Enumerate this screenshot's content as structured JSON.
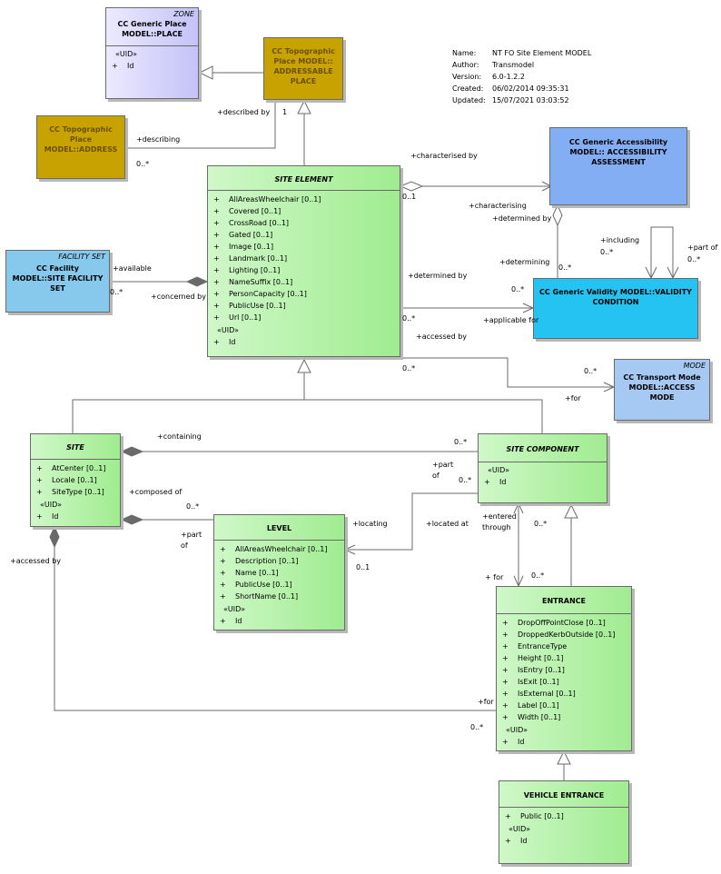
{
  "meta": [
    {
      "key": "Name:",
      "value": "NT FO Site Element MODEL"
    },
    {
      "key": "Author:",
      "value": "Transmodel"
    },
    {
      "key": "Version:",
      "value": "6.0-1.2.2"
    },
    {
      "key": "Created:",
      "value": "06/02/2014 09:35:31"
    },
    {
      "key": "Updated:",
      "value": "15/07/2021 03:03:52"
    }
  ],
  "classes": {
    "generic_place": {
      "stereotype": "ZONE",
      "title": "CC Generic Place MODEL::PLACE",
      "uid": "«UID»",
      "attrs": [
        {
          "v": "+",
          "n": "Id"
        }
      ]
    },
    "addressable_place": {
      "title": "CC Topographic Place MODEL:: ADDRESSABLE PLACE"
    },
    "address": {
      "title": "CC Topographic Place MODEL::ADDRESS"
    },
    "accessibility_assessment": {
      "title": "CC Generic Accessibility MODEL:: ACCESSIBILITY ASSESSMENT"
    },
    "site_element": {
      "title": "SITE ELEMENT",
      "attrs": [
        {
          "v": "+",
          "n": "AllAreasWheelchair [0..1]"
        },
        {
          "v": "+",
          "n": "Covered [0..1]"
        },
        {
          "v": "+",
          "n": "CrossRoad [0..1]"
        },
        {
          "v": "+",
          "n": "Gated [0..1]"
        },
        {
          "v": "+",
          "n": "Image [0..1]"
        },
        {
          "v": "+",
          "n": "Landmark [0..1]"
        },
        {
          "v": "+",
          "n": "Lighting [0..1]"
        },
        {
          "v": "+",
          "n": "NameSuffix [0..1]"
        },
        {
          "v": "+",
          "n": "PersonCapacity [0..1]"
        },
        {
          "v": "+",
          "n": "PublicUse [0..1]"
        },
        {
          "v": "+",
          "n": "Url [0..1]"
        }
      ],
      "uid": "«UID»",
      "uid_attrs": [
        {
          "v": "+",
          "n": "Id"
        }
      ]
    },
    "facility_set": {
      "stereotype": "FACILITY SET",
      "title": "CC Facility MODEL::SITE FACILITY SET"
    },
    "validity_condition": {
      "title": "CC Generic Validity MODEL::VALIDITY CONDITION"
    },
    "access_mode": {
      "stereotype": "MODE",
      "title": "CC Transport Mode MODEL::ACCESS MODE"
    },
    "site": {
      "title": "SITE",
      "attrs": [
        {
          "v": "+",
          "n": "AtCenter [0..1]"
        },
        {
          "v": "+",
          "n": "Locale [0..1]"
        },
        {
          "v": "+",
          "n": "SiteType [0..1]"
        }
      ],
      "uid": "«UID»",
      "uid_attrs": [
        {
          "v": "+",
          "n": "Id"
        }
      ]
    },
    "site_component": {
      "title": "SITE COMPONENT",
      "uid": "«UID»",
      "uid_attrs": [
        {
          "v": "+",
          "n": "Id"
        }
      ]
    },
    "level": {
      "title": "LEVEL",
      "attrs": [
        {
          "v": "+",
          "n": "AllAreasWheelchair [0..1]"
        },
        {
          "v": "+",
          "n": "Description [0..1]"
        },
        {
          "v": "+",
          "n": "Name [0..1]"
        },
        {
          "v": "+",
          "n": "PublicUse [0..1]"
        },
        {
          "v": "+",
          "n": "ShortName [0..1]"
        }
      ],
      "uid": "«UID»",
      "uid_attrs": [
        {
          "v": "+",
          "n": "Id"
        }
      ]
    },
    "entrance": {
      "title": "ENTRANCE",
      "attrs": [
        {
          "v": "+",
          "n": "DropOffPointClose [0..1]"
        },
        {
          "v": "+",
          "n": "DroppedKerbOutside [0..1]"
        },
        {
          "v": "+",
          "n": "EntranceType"
        },
        {
          "v": "+",
          "n": "Height [0..1]"
        },
        {
          "v": "+",
          "n": "IsEntry [0..1]"
        },
        {
          "v": "+",
          "n": "IsExit [0..1]"
        },
        {
          "v": "+",
          "n": "IsExternal [0..1]"
        },
        {
          "v": "+",
          "n": "Label [0..1]"
        },
        {
          "v": "+",
          "n": "Width [0..1]"
        }
      ],
      "uid": "«UID»",
      "uid_attrs": [
        {
          "v": "+",
          "n": "Id"
        }
      ]
    },
    "vehicle_entrance": {
      "title": "VEHICLE ENTRANCE",
      "attrs": [
        {
          "v": "+",
          "n": "Public [0..1]"
        }
      ],
      "uid": "«UID»",
      "uid_attrs": [
        {
          "v": "+",
          "n": "Id"
        }
      ]
    }
  },
  "labels": {
    "described_by": "+described by",
    "one_a": "1",
    "describing": "+describing",
    "zero_many_a": "0..*",
    "characterised_by": "+characterised by",
    "zero_one_a": "0..1",
    "characterising": "+characterising",
    "determined_by_a": "+determined by",
    "including": "+including",
    "zero_many_b": "0..*",
    "part_of_a": "+part of",
    "zero_many_c": "0..*",
    "determining": "+determining",
    "zero_many_d": "0..*",
    "available": "+available",
    "zero_many_e": "0..*",
    "concerned_by": "+concerned by",
    "determined_by_b": "+determined by",
    "zero_many_f": "0..*",
    "zero_many_g": "0..*",
    "applicable_for": "+applicable for",
    "accessed_by_a": "+accessed by",
    "zero_many_h": "0..*",
    "zero_many_i": "0..*",
    "for_a": "+for",
    "containing": "+containing",
    "zero_many_j": "0..*",
    "part_of_b": "+part of",
    "zero_many_k": "0..*",
    "composed_of": "+composed of",
    "zero_many_l": "0..*",
    "part_of_c": "+part of",
    "locating": "+locating",
    "located_at": "+located at",
    "one_b": "0..1",
    "entered_through": "+entered through",
    "zero_many_m": "0..*",
    "for_b": "+ for",
    "zero_many_n": "0..*",
    "accessed_by_b": "+accessed by",
    "for_c": "+for",
    "zero_many_o": "0..*"
  }
}
